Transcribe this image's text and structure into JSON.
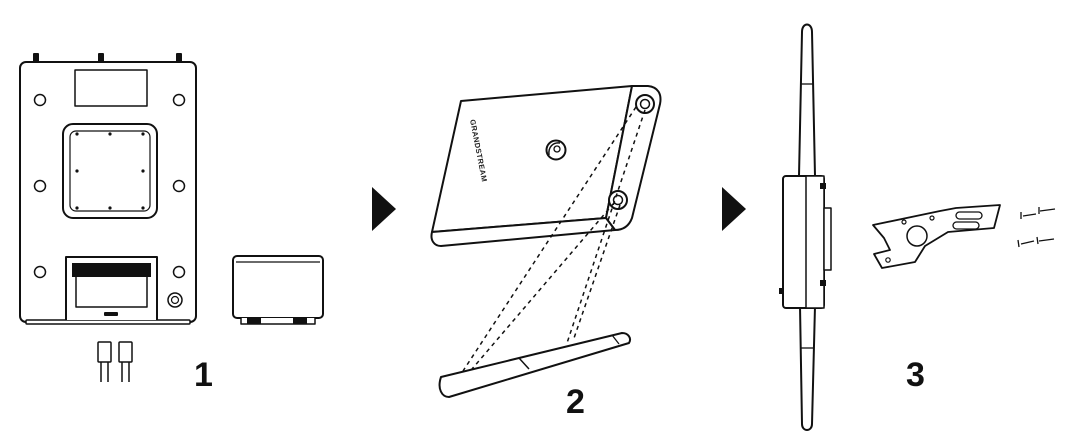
{
  "steps": [
    {
      "number": "1"
    },
    {
      "number": "2"
    },
    {
      "number": "3"
    }
  ],
  "device": {
    "brand_text": "GRANDSTREAM"
  },
  "icons": {
    "arrow": "triangle-right-icon",
    "ground": "ground-screw-icon",
    "screw": "screw-icon"
  },
  "colors": {
    "line": "#111111",
    "fill": "#ffffff",
    "screen": "#e6e6e6"
  }
}
